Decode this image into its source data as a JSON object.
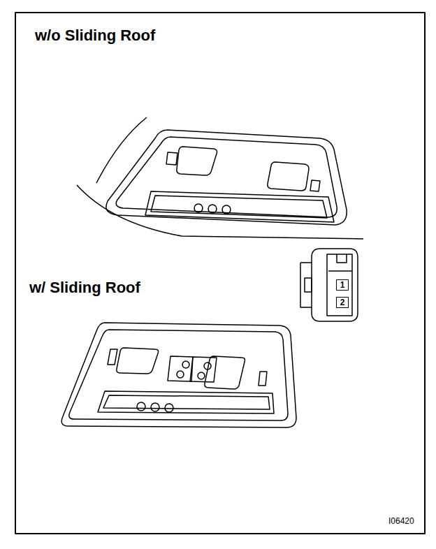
{
  "diagram": {
    "nodes": [
      {
        "text": [
          "1"
        ]
      },
      {
        "text": [
          "2"
        ]
      }
    ],
    "labels": [
      "w/o Sliding Roof",
      "w/ Sliding Roof",
      "I06420"
    ]
  }
}
